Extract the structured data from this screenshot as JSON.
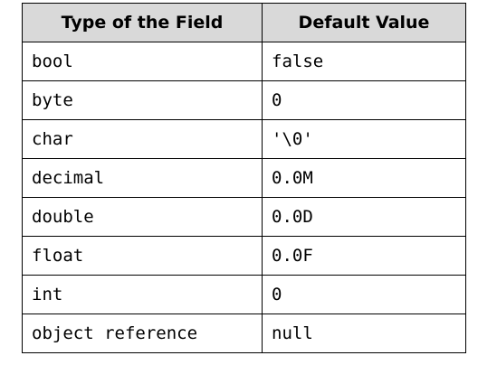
{
  "table": {
    "headers": [
      "Type of the Field",
      "Default Value"
    ],
    "rows": [
      {
        "type": "bool",
        "default": "false"
      },
      {
        "type": "byte",
        "default": "0"
      },
      {
        "type": "char",
        "default": "'\\0'"
      },
      {
        "type": "decimal",
        "default": "0.0M"
      },
      {
        "type": "double",
        "default": "0.0D"
      },
      {
        "type": "float",
        "default": "0.0F"
      },
      {
        "type": "int",
        "default": "0"
      },
      {
        "type": "object reference",
        "default": "null"
      }
    ]
  }
}
